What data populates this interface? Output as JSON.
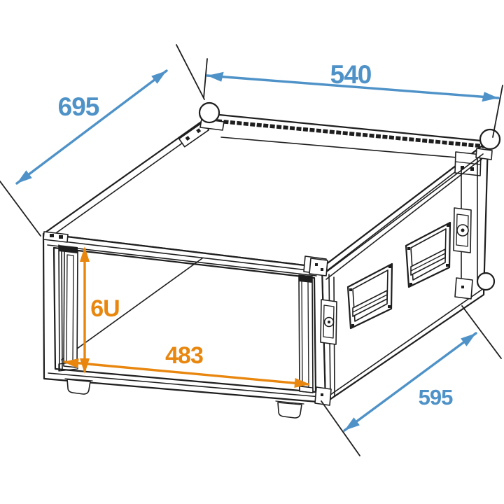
{
  "page": {
    "background": "#ffffff"
  },
  "drawing": {
    "type": "technical-dimension-drawing",
    "subject": "6U rack flight case",
    "colors": {
      "line": "#1e1e1e",
      "dimension_blue": "#4e92c8",
      "dimension_orange": "#e8860e"
    },
    "dimensions": {
      "top_width": {
        "label": "540"
      },
      "top_depth": {
        "label": "695"
      },
      "bottom_depth": {
        "label": "595"
      },
      "front_height": {
        "label": "6U"
      },
      "front_width": {
        "label": "483"
      }
    }
  }
}
